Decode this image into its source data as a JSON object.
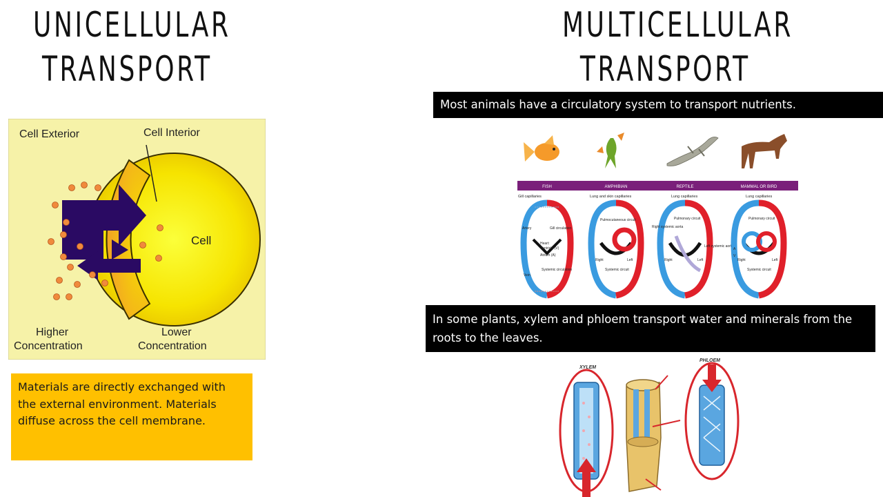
{
  "left": {
    "title_line1": "UNICELLULAR",
    "title_line2": "TRANSPORT",
    "diagram": {
      "label_exterior": "Cell Exterior",
      "label_interior": "Cell Interior",
      "label_cell": "Cell",
      "label_higher_1": "Higher",
      "label_higher_2": "Concentration",
      "label_lower_1": "Lower",
      "label_lower_2": "Concentration"
    },
    "caption": "Materials are directly exchanged with the external environment. Materials diffuse across the cell membrane."
  },
  "right": {
    "title_line1": "MULTICELLULAR",
    "title_line2": "TRANSPORT",
    "caption_animals": "Most animals have a circulatory system to transport nutrients.",
    "caption_plants": "In some plants, xylem and phloem transport water and minerals from the roots to the leaves.",
    "animals": {
      "headers": [
        "FISH",
        "AMPHIBIAN",
        "REPTILE",
        "MAMMAL OR BIRD"
      ],
      "top_labels": [
        "Gill capillaries",
        "Lung and skin capillaries",
        "Lung capillaries",
        "Lung capillaries"
      ],
      "fish_labels": {
        "gill_circulation": "Gill circulation",
        "artery": "Artery",
        "heart": "Heart:",
        "ventricle": "Ventricle (V)",
        "atrium": "Atrium (A)",
        "systemic_circulation": "Systemic circulation",
        "vein": "Vein"
      },
      "amphibian_labels": {
        "circuit": "Pulmocutaneous circuit",
        "systemic": "Systemic circuit",
        "right": "Right",
        "left": "Left"
      },
      "reptile_labels": {
        "circuit": "Pulmonary circuit",
        "right_aorta": "Right systemic aorta",
        "left_aorta": "Left systemic aorta",
        "right": "Right",
        "left": "Left"
      },
      "mammal_labels": {
        "circuit": "Pulmonary circuit",
        "systemic": "Systemic circuit",
        "right": "Right",
        "left": "Left"
      },
      "chamber_a": "A",
      "chamber_v": "V"
    },
    "plant": {
      "xylem": "XYLEM",
      "phloem": "PHLOEM"
    }
  },
  "colors": {
    "caption_yellow": "#ffc000",
    "caption_black": "#000000",
    "diagram_background": "#f6f2a8",
    "cell_yellow": "#f4e400",
    "arrow_purple": "#2a0a63",
    "particle_orange": "#f08a3c",
    "blood_blue": "#3a9be0",
    "blood_red": "#e0202a",
    "header_purple": "#7a1f7a",
    "xylem_blue": "#5aa6e0",
    "ring_red": "#d8262c",
    "stem_tan": "#e8c36a"
  }
}
